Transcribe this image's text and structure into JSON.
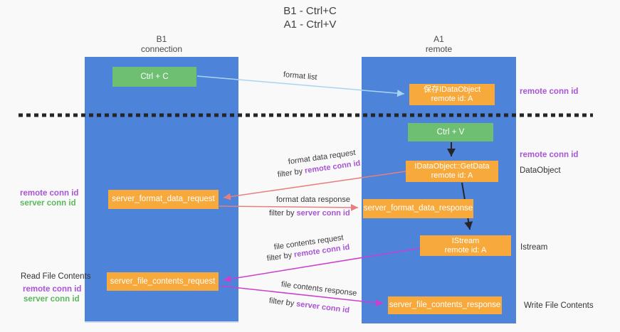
{
  "title": {
    "line1": "B1 - Ctrl+C",
    "line2": "A1 - Ctrl+V"
  },
  "lanes": {
    "left": {
      "id": "B1",
      "role": "connection"
    },
    "right": {
      "id": "A1",
      "role": "remote"
    }
  },
  "nodes": {
    "ctrl_c": "Ctrl + C",
    "ctrl_v": "Ctrl + V",
    "save_dataobject_line1": "保存IDataObject",
    "save_dataobject_line2": "remote id: A",
    "getdata_line1": "IDataObject::GetData",
    "getdata_line2": "remote id: A",
    "istream_line1": "IStream",
    "istream_line2": "remote id: A",
    "server_format_data_request": "server_format_data_request",
    "server_format_data_response": "server_format_data_response",
    "server_file_contents_request": "server_file_contents_request",
    "server_file_contents_response": "server_file_contents_response"
  },
  "flow_labels": {
    "format_list": "format list",
    "format_data_request": "format data request",
    "format_data_response": "format data response",
    "file_contents_request": "file contents request",
    "file_contents_response": "file contents response",
    "filter_by": "filter by ",
    "remote_conn_id": "remote conn id",
    "server_conn_id": "server conn id"
  },
  "left_labels": {
    "remote_conn_id_format": "remote conn id",
    "server_conn_id_format": "server conn id",
    "read_file_contents": "Read File Contents",
    "remote_conn_id_file": "remote conn id",
    "server_conn_id_file": "server conn id"
  },
  "right_labels": {
    "remote_conn_id_top": "remote conn id",
    "remote_conn_id_mid": "remote conn id",
    "dataobject": "DataObject",
    "istream": "Istream",
    "write_file_contents": "Write File Contents"
  },
  "colors": {
    "lane_blue": "#4d83d9",
    "action_green": "#6fbf72",
    "message_orange": "#f8a93c",
    "format_arrow_salmon": "#e87f7f",
    "file_arrow_magenta": "#cc3fcc",
    "format_list_arrow_blue": "#a9d5f2",
    "conn_id_purple": "#a855d4",
    "conn_id_green": "#5cb85c",
    "divider_black": "#262626",
    "background": "#f9f9f9"
  }
}
